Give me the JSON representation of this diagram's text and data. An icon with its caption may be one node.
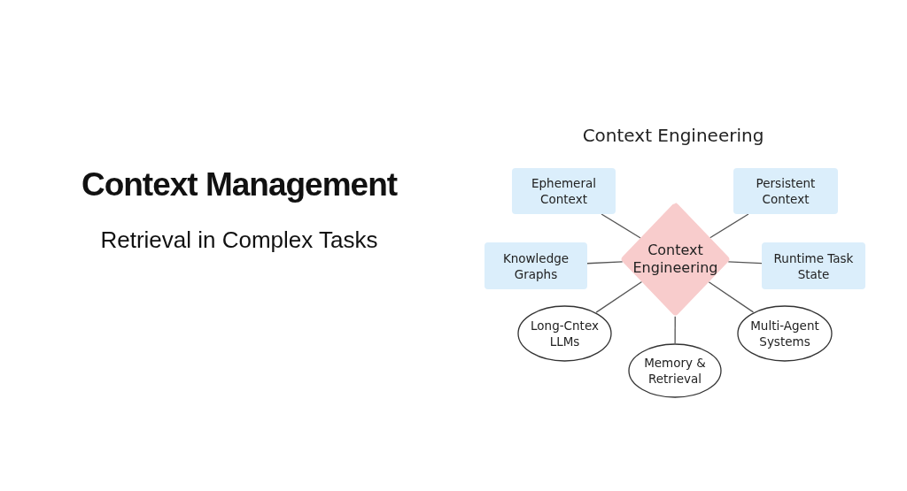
{
  "diagram": {
    "title": "Context Management",
    "nodes": [
      {
        "text": [
          "Context Engineering"
        ]
      },
      {
        "text": [
          "Ephemeral Context"
        ]
      },
      {
        "text": [
          "Persistent Context"
        ]
      },
      {
        "text": [
          "Knowledge Graphs"
        ]
      },
      {
        "text": [
          "Runtime Task State"
        ]
      },
      {
        "text": [
          "Long-Cntex LLMs"
        ]
      },
      {
        "text": [
          "Memory & Retrieval"
        ]
      },
      {
        "text": [
          "Multi-Agent Systems"
        ]
      }
    ],
    "edges": [
      {
        "from": 0,
        "to": 1,
        "arrow": "none"
      },
      {
        "from": 0,
        "to": 2,
        "arrow": "none"
      },
      {
        "from": 0,
        "to": 3,
        "arrow": "none"
      },
      {
        "from": 0,
        "to": 4,
        "arrow": "none"
      },
      {
        "from": 0,
        "to": 5,
        "arrow": "none"
      },
      {
        "from": 0,
        "to": 6,
        "arrow": "none"
      },
      {
        "from": 0,
        "to": 7,
        "arrow": "none"
      }
    ],
    "labels": [
      "Retrieval in Complex Tasks",
      "Context Engineering"
    ]
  }
}
